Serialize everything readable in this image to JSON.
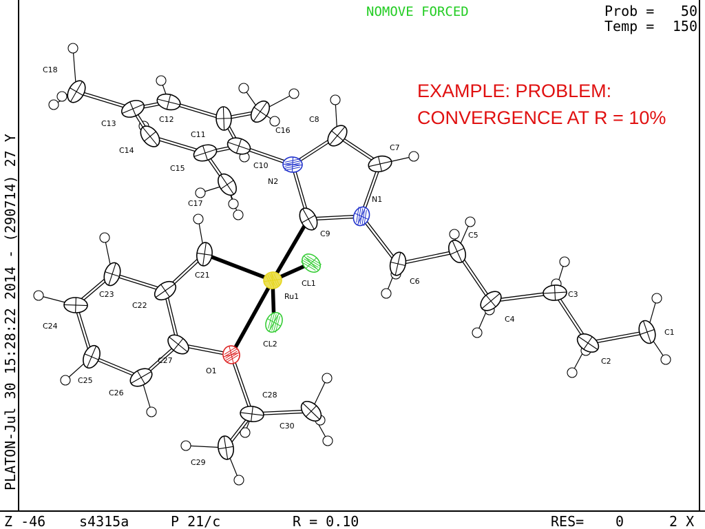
{
  "header": {
    "mode": "NOMOVE FORCED",
    "prob_label": "Prob =",
    "prob_value": "50",
    "temp_label": "Temp =",
    "temp_value": "150"
  },
  "side_text": "PLATON-Jul 30 15:28:22 2014  - (290714)   27 Y",
  "footer": {
    "z": "Z -46",
    "id": "s4315a",
    "space_group": "P 21/c",
    "r": "R = 0.10",
    "res_label": "RES=",
    "res_value": "0",
    "zoom": "2 X"
  },
  "annotation": {
    "line1": "EXAMPLE: PROBLEM:",
    "line2": "CONVERGENCE AT R = 10%"
  },
  "colors": {
    "mode": "#22cc22",
    "annotation": "#e01010",
    "N": "#2233cc",
    "O": "#dd2222",
    "Cl": "#33cc33",
    "Ru": "#e6d620"
  },
  "atoms": [
    {
      "id": "C18",
      "label": "C18",
      "el": "C"
    },
    {
      "id": "C13",
      "label": "C13",
      "el": "C"
    },
    {
      "id": "C12",
      "label": "C12",
      "el": "C"
    },
    {
      "id": "C14",
      "label": "C14",
      "el": "C"
    },
    {
      "id": "C11",
      "label": "C11",
      "el": "C"
    },
    {
      "id": "C16",
      "label": "C16",
      "el": "C"
    },
    {
      "id": "C15",
      "label": "C15",
      "el": "C"
    },
    {
      "id": "C10",
      "label": "C10",
      "el": "C"
    },
    {
      "id": "C17",
      "label": "C17",
      "el": "C"
    },
    {
      "id": "N2",
      "label": "N2",
      "el": "N"
    },
    {
      "id": "C8",
      "label": "C8",
      "el": "C"
    },
    {
      "id": "C7",
      "label": "C7",
      "el": "C"
    },
    {
      "id": "N1",
      "label": "N1",
      "el": "N"
    },
    {
      "id": "C9",
      "label": "C9",
      "el": "C"
    },
    {
      "id": "C21",
      "label": "C21",
      "el": "C"
    },
    {
      "id": "CL1",
      "label": "CL1",
      "el": "Cl"
    },
    {
      "id": "Ru1",
      "label": "Ru1",
      "el": "Ru"
    },
    {
      "id": "CL2",
      "label": "CL2",
      "el": "Cl"
    },
    {
      "id": "C5",
      "label": "C5",
      "el": "C"
    },
    {
      "id": "C6",
      "label": "C6",
      "el": "C"
    },
    {
      "id": "C4",
      "label": "C4",
      "el": "C"
    },
    {
      "id": "C3",
      "label": "C3",
      "el": "C"
    },
    {
      "id": "C2",
      "label": "C2",
      "el": "C"
    },
    {
      "id": "C1",
      "label": "C1",
      "el": "C"
    },
    {
      "id": "C23",
      "label": "C23",
      "el": "C"
    },
    {
      "id": "C22",
      "label": "C22",
      "el": "C"
    },
    {
      "id": "C24",
      "label": "C24",
      "el": "C"
    },
    {
      "id": "C27",
      "label": "C27",
      "el": "C"
    },
    {
      "id": "O1",
      "label": "O1",
      "el": "O"
    },
    {
      "id": "C25",
      "label": "C25",
      "el": "C"
    },
    {
      "id": "C26",
      "label": "C26",
      "el": "C"
    },
    {
      "id": "C28",
      "label": "C28",
      "el": "C"
    },
    {
      "id": "C30",
      "label": "C30",
      "el": "C"
    },
    {
      "id": "C29",
      "label": "C29",
      "el": "C"
    }
  ],
  "bonds": [
    [
      "C18",
      "C13"
    ],
    [
      "C13",
      "C12"
    ],
    [
      "C13",
      "C14"
    ],
    [
      "C12",
      "C11"
    ],
    [
      "C14",
      "C15"
    ],
    [
      "C11",
      "C16"
    ],
    [
      "C11",
      "C10"
    ],
    [
      "C15",
      "C10"
    ],
    [
      "C15",
      "C17"
    ],
    [
      "C10",
      "N2"
    ],
    [
      "N2",
      "C8"
    ],
    [
      "C8",
      "C7"
    ],
    [
      "C7",
      "N1"
    ],
    [
      "N1",
      "C9"
    ],
    [
      "C9",
      "N2"
    ],
    [
      "N1",
      "C6"
    ],
    [
      "C6",
      "C5"
    ],
    [
      "C5",
      "C4"
    ],
    [
      "C4",
      "C3"
    ],
    [
      "C3",
      "C2"
    ],
    [
      "C2",
      "C1"
    ],
    [
      "C21",
      "C22"
    ],
    [
      "C22",
      "C23"
    ],
    [
      "C23",
      "C24"
    ],
    [
      "C24",
      "C25"
    ],
    [
      "C25",
      "C26"
    ],
    [
      "C26",
      "C27"
    ],
    [
      "C27",
      "C22"
    ],
    [
      "C27",
      "O1"
    ],
    [
      "O1",
      "C28"
    ],
    [
      "C28",
      "C30"
    ],
    [
      "C28",
      "C29"
    ]
  ],
  "heavy_bonds": [
    [
      "Ru1",
      "C9"
    ],
    [
      "Ru1",
      "C21"
    ],
    [
      "Ru1",
      "O1"
    ],
    [
      "Ru1",
      "CL1"
    ],
    [
      "Ru1",
      "CL2"
    ]
  ]
}
